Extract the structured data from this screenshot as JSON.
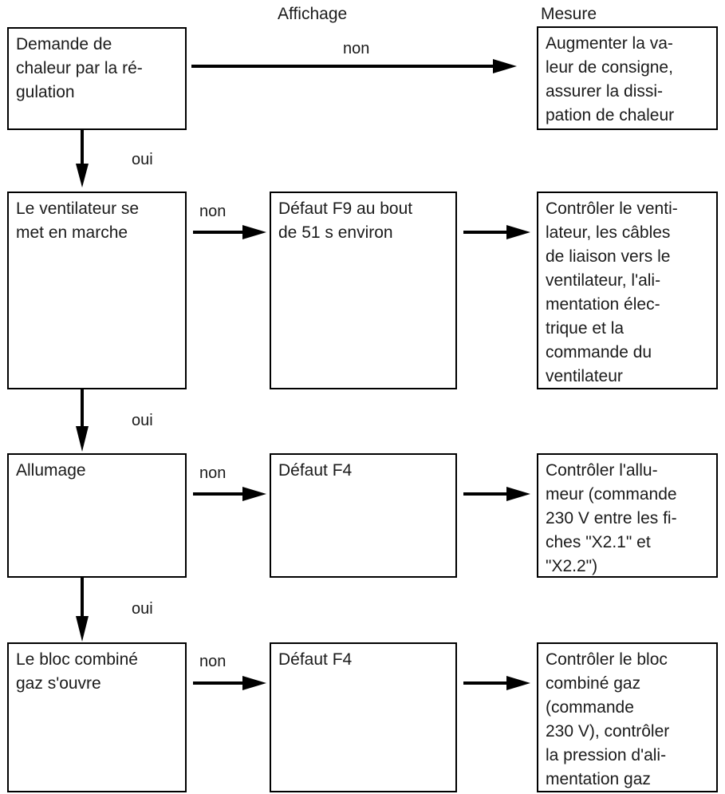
{
  "columns": [
    {
      "id": "affichage",
      "label": "Affichage"
    },
    {
      "id": "mesure",
      "label": "Mesure"
    }
  ],
  "edge_labels": {
    "no": "non",
    "yes": "oui"
  },
  "rows": [
    {
      "id": "row-heat-demand",
      "condition": "Demande de\nchaleur par la ré-\ngulation",
      "display": null,
      "measure": "Augmenter la va-\nleur de consigne,\nassurer la dissi-\npation de chaleur"
    },
    {
      "id": "row-fan-start",
      "condition": "Le ventilateur se\nmet en marche",
      "display": "Défaut F9 au bout\nde 51 s environ",
      "measure": "Contrôler le venti-\nlateur, les câbles\nde liaison vers le\nventilateur, l'ali-\nmentation élec-\ntrique et la\ncommande du\nventilateur"
    },
    {
      "id": "row-ignition",
      "condition": "Allumage",
      "display": "Défaut F4",
      "measure": "Contrôler l'allu-\nmeur (commande\n230 V entre les fi-\nches \"X2.1\" et\n\"X2.2\")"
    },
    {
      "id": "row-gas-block",
      "condition": "Le bloc combiné\ngaz s'ouvre",
      "display": "Défaut F4",
      "measure": "Contrôler le bloc\ncombiné gaz\n(commande\n230 V), contrôler\nla pression d'ali-\nmentation gaz"
    }
  ],
  "colors": {
    "stroke": "#000000",
    "text": "#1b1b1b",
    "background": "#ffffff"
  }
}
